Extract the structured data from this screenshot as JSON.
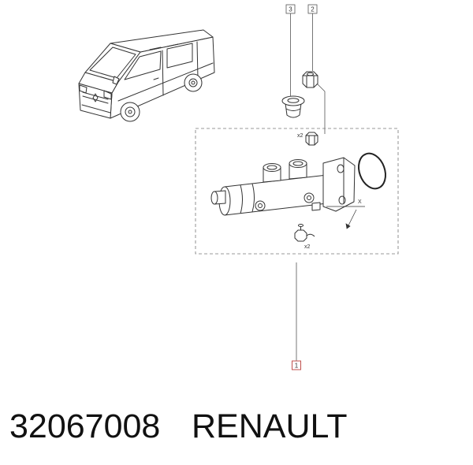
{
  "callouts": {
    "part_3": "3",
    "part_2": "2",
    "part_1": "1"
  },
  "quantities": {
    "nut_qty": "x2",
    "bleed_screw_qty": "x2"
  },
  "dimension_label": "X",
  "part_number": "32067008",
  "brand": "RENAULT",
  "colors": {
    "line": "#333333",
    "highlight_callout": "#c0504d",
    "background": "#ffffff"
  }
}
